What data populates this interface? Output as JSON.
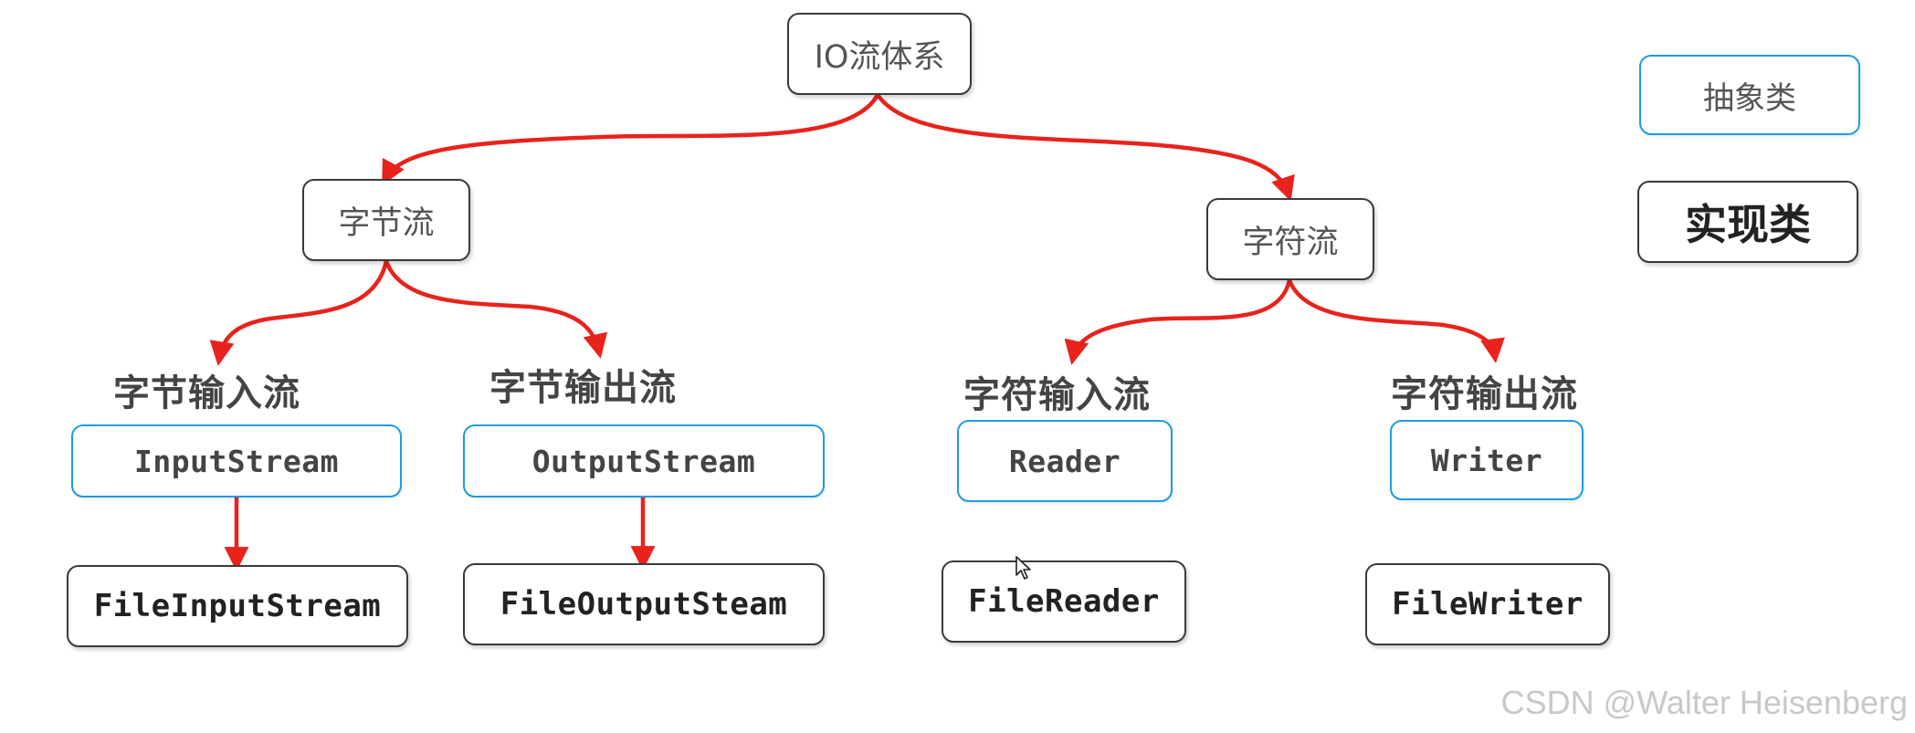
{
  "root": {
    "label": "IO流体系"
  },
  "branches": {
    "byte": {
      "label": "字节流",
      "input": {
        "label": "字节输入流",
        "abstract_class": "InputStream",
        "impl_class": "FileInputStream"
      },
      "output": {
        "label": "字节输出流",
        "abstract_class": "OutputStream",
        "impl_class": "FileOutputSteam"
      }
    },
    "char": {
      "label": "字符流",
      "input": {
        "label": "字符输入流",
        "abstract_class": "Reader",
        "impl_class": "FileReader"
      },
      "output": {
        "label": "字符输出流",
        "abstract_class": "Writer",
        "impl_class": "FileWriter"
      }
    }
  },
  "legend": {
    "abstract_label": "抽象类",
    "impl_label": "实现类"
  },
  "watermark": "CSDN @Walter Heisenberg",
  "colors": {
    "arrow": "#e8231c",
    "abstract_border": "#1f9be0",
    "impl_border": "#3a3a3a"
  },
  "icons": {
    "cursor": "mouse-pointer-icon"
  }
}
